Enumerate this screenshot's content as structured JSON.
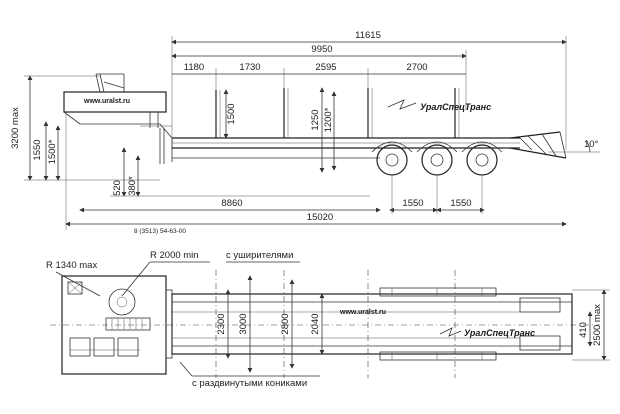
{
  "side_view": {
    "dims_top": {
      "overall": "11615",
      "platform": "9950",
      "seg1": "1180",
      "seg2": "1730",
      "seg3": "2595",
      "seg4": "2700"
    },
    "dims_vertical": {
      "total_height": "3200 max",
      "gooseneck_h": "1550",
      "gooseneck_h2": "1500*",
      "stake_h": "1500",
      "platform_h": "1250",
      "platform_h2": "1200*",
      "deck_low": "520",
      "deck_low2": "380*"
    },
    "dims_bottom": {
      "deck_len": "8860",
      "overall_len": "15020",
      "axle1": "1550",
      "axle2": "1550"
    },
    "ramp_angle": "10°",
    "website": "www.uralst.ru",
    "brand": "УралСпецТранс",
    "phone": "8 (3513) 54-63-00"
  },
  "top_view": {
    "swing_radius": "R 1340 max",
    "turn_radius": "R 2000 min",
    "with_wideners": "с уширителями",
    "with_bolsters": "с раздвинутыми кониками",
    "widths": {
      "w1": "2300",
      "w2": "3000",
      "w3": "2800",
      "w4": "2040",
      "w5": "410",
      "w6": "2500 max"
    },
    "website": "www.uralst.ru",
    "brand": "УралСпецТранс"
  }
}
